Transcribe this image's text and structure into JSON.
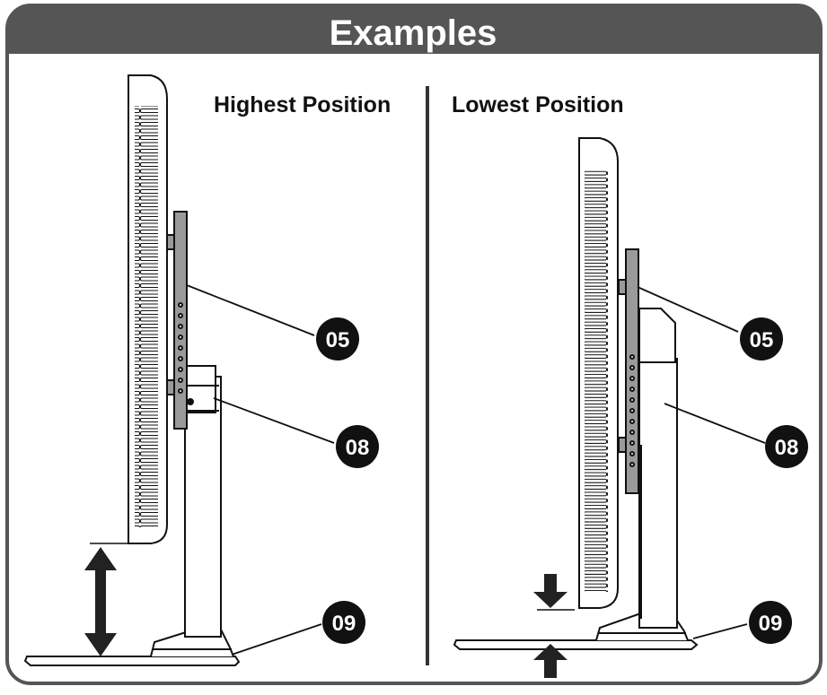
{
  "header": {
    "title": "Examples"
  },
  "panels": [
    {
      "heading": "Highest Position"
    },
    {
      "heading": "Lowest Position"
    }
  ],
  "callouts": {
    "mount_bracket": "05",
    "stand_neck": "08",
    "stand_base": "09"
  },
  "colors": {
    "header_fill": "#555555",
    "frame_stroke": "#555555",
    "line": "#111111",
    "bracket_fill": "#9a9a9a",
    "badge_fill": "#111111",
    "badge_text": "#ffffff",
    "arrow_fill": "#222222"
  }
}
